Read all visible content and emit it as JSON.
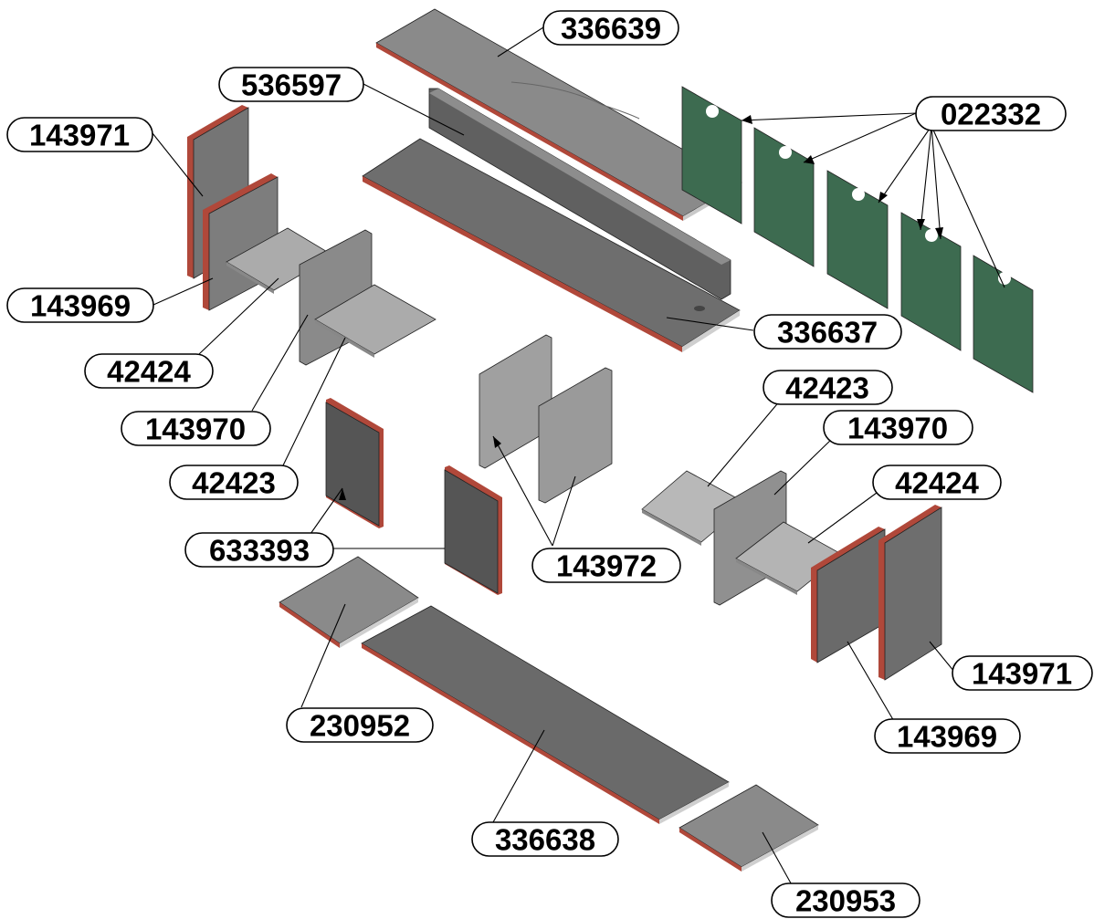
{
  "diagram": {
    "part_labels": {
      "p336639": "336639",
      "p536597": "536597",
      "p022332": "022332",
      "p143971_left": "143971",
      "p143969_left": "143969",
      "p42424_left": "42424",
      "p143970_left": "143970",
      "p42423_left": "42423",
      "p633393": "633393",
      "p336637": "336637",
      "p42423_right": "42423",
      "p143970_right": "143970",
      "p42424_right": "42424",
      "p143972": "143972",
      "p230952": "230952",
      "p143971_right": "143971",
      "p143969_right": "143969",
      "p336638": "336638",
      "p230953": "230953"
    },
    "colors": {
      "panel_dark": "#5a5a5a",
      "panel_mid": "#7a7a7a",
      "panel_light": "#a9a9a9",
      "edge_banding": "#b0483a",
      "panel_green": "#3d6b50"
    }
  }
}
